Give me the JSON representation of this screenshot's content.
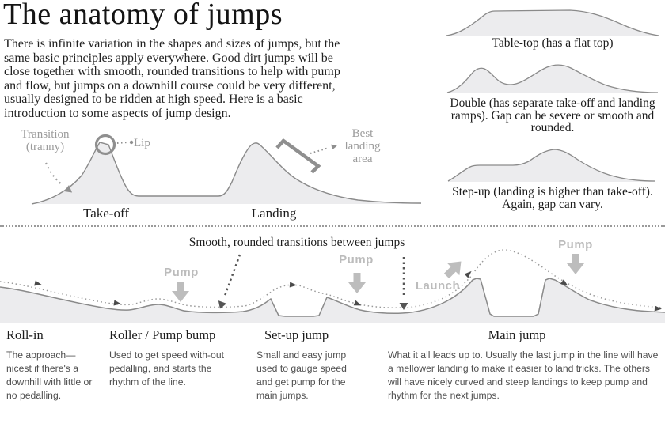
{
  "title": "The anatomy of jumps",
  "intro": "There is infinite variation in the shapes and sizes of jumps, but the same basic principles apply everywhere. Good dirt jumps will be close together with smooth, rounded transitions to help with pump and flow, but jumps on a downhill course could be very different, usually designed to be ridden at high speed. Here is a basic introduction to some aspects of jump design.",
  "anatomy_diagram": {
    "transition_label": "Transition\n(tranny)",
    "lip_label": "Lip",
    "best_landing_label": "Best\nlanding\narea",
    "takeoff_label": "Take-off",
    "landing_label": "Landing"
  },
  "jump_types": [
    {
      "name": "table-top",
      "caption": "Table-top (has a flat top)"
    },
    {
      "name": "double",
      "caption": "Double (has separate take-off and landing ramps). Gap can be severe or smooth and rounded."
    },
    {
      "name": "step-up",
      "caption": "Step-up (landing is higher than take-off). Again, gap can vary."
    }
  ],
  "trail_diagram": {
    "transitions_note": "Smooth, rounded transitions between jumps",
    "pump_label": "Pump",
    "launch_label": "Launch",
    "sections": [
      {
        "title": "Roll-in",
        "description": "The approach—nicest if there's a downhill with little or no pedalling."
      },
      {
        "title": "Roller / Pump bump",
        "description": "Used to get speed with-out pedalling, and starts the rhythm of the line."
      },
      {
        "title": "Set-up jump",
        "description": "Small and easy jump used to gauge speed and get pump for the main jumps."
      },
      {
        "title": "Main jump",
        "description": "What it all leads up to. Usually the last jump in the line will have a mellower landing to make it easier to land tricks. The others will have nicely curved and steep landings to keep pump and rhythm for the next jumps."
      }
    ]
  },
  "colors": {
    "terrain_fill": "#ececee",
    "terrain_stroke": "#8a8a8a",
    "gray_label": "#9b9b9b",
    "big_arrow": "#bdbdbd",
    "annotation_arrow": "#555555",
    "heading_text": "#1c1c1c",
    "description_text": "#4f4f4f"
  }
}
